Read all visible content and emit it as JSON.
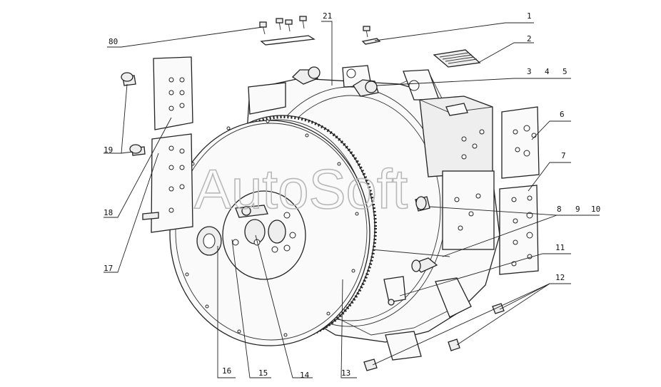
{
  "watermark": "AutoSoft",
  "labels": {
    "l1": "1",
    "l2": "2",
    "l3": "3",
    "l4": "4",
    "l5": "5",
    "l6": "6",
    "l7": "7",
    "l8": "8",
    "l9": "9",
    "l10": "10",
    "l11": "11",
    "l12": "12",
    "l13": "13",
    "l14": "14",
    "l15": "15",
    "l16": "16",
    "l17": "17",
    "l18": "18",
    "l19": "19",
    "l20": "80",
    "l21": "21"
  }
}
